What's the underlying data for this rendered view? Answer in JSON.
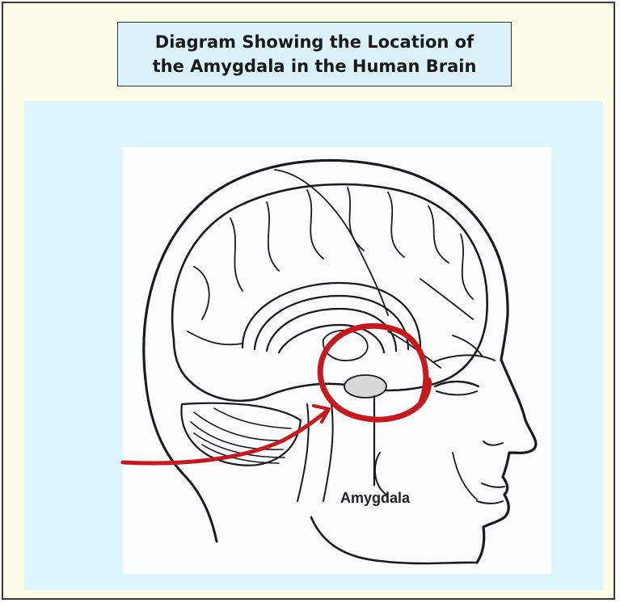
{
  "title": {
    "line1": "Diagram Showing the Location of",
    "line2": "the Amygdala in the Human Brain"
  },
  "labels": {
    "amygdala": "Amygdala"
  },
  "colors": {
    "frame_background": "#fefde7",
    "panel_background": "#dcf4fc",
    "title_box_background": "#ddf3fb",
    "highlight_red": "#c8181e",
    "ink": "#1a1a1a"
  },
  "icons": {
    "highlight": "red-circle-arrow",
    "figure": "head-profile-brain-cross-section"
  }
}
